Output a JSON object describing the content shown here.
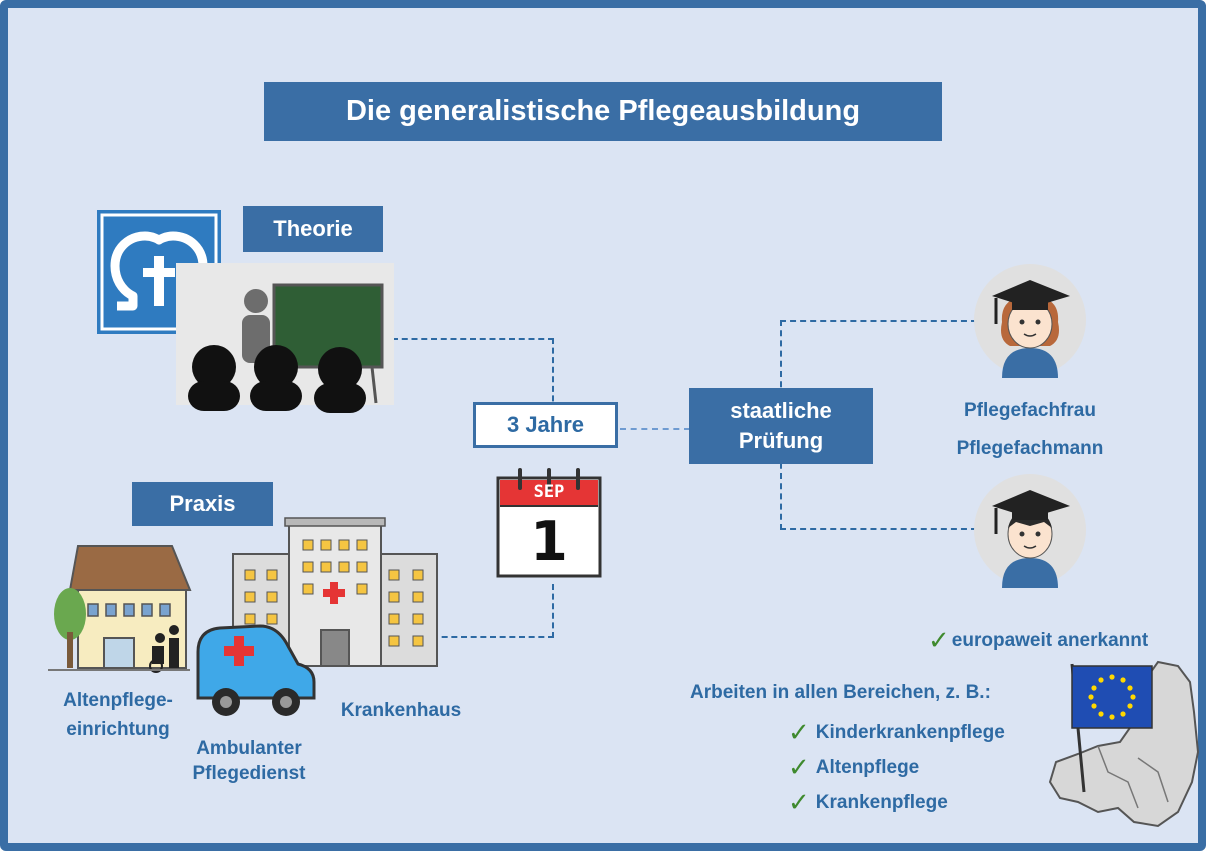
{
  "title": "Die generalistische Pflegeausbildung",
  "theory": {
    "label": "Theorie"
  },
  "practice": {
    "label": "Praxis",
    "places": {
      "nursing_home": "Altenpflege-\neinrichtung",
      "outpatient": "Ambulanter\nPflegedienst",
      "hospital": "Krankenhaus"
    }
  },
  "duration": {
    "label": "3 Jahre",
    "calendar_month": "SEP",
    "calendar_day": "1"
  },
  "exam": {
    "label": "staatliche\nPrüfung"
  },
  "graduates": {
    "female": "Pflegefachfrau",
    "male": "Pflegefachmann"
  },
  "recognition": {
    "text": "europaweit anerkannt"
  },
  "work_areas": {
    "heading": "Arbeiten in allen Bereichen, z. B.:",
    "items": [
      "Kinderkrankenpflege",
      "Altenpflege",
      "Krankenpflege"
    ]
  },
  "colors": {
    "primary": "#3a6ea5",
    "background": "#dbe4f3",
    "check": "#3f8a2e",
    "text_blue": "#2e6aa3"
  },
  "icons": [
    "logo-omega-cross-icon",
    "classroom-icon",
    "calendar-icon",
    "nursing-home-icon",
    "hospital-icon",
    "ambulance-icon",
    "graduate-female-icon",
    "graduate-male-icon",
    "eu-flag-icon",
    "europe-map-icon",
    "checkmark-icon"
  ]
}
